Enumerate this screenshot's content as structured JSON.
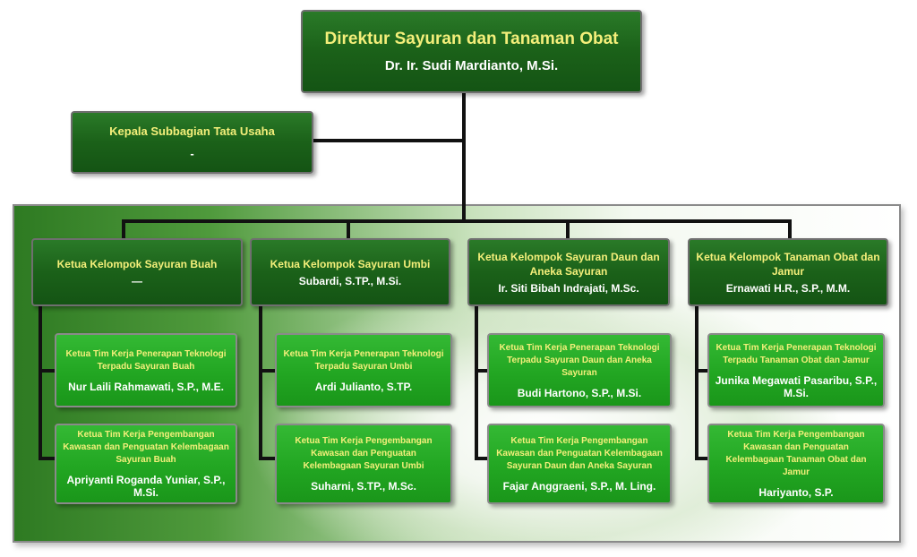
{
  "director": {
    "title": "Direktur Sayuran dan Tanaman Obat",
    "name": "Dr. Ir. Sudi Mardianto, M.Si."
  },
  "subbagian": {
    "title": "Kepala Subbagian Tata Usaha",
    "name": "-"
  },
  "groups": [
    {
      "title": "Ketua Kelompok Sayuran Buah",
      "name": "—",
      "teams": [
        {
          "title": "Ketua Tim Kerja Penerapan Teknologi Terpadu Sayuran Buah",
          "name": "Nur Laili Rahmawati, S.P., M.E."
        },
        {
          "title": "Ketua Tim Kerja Pengembangan Kawasan dan Penguatan Kelembagaan Sayuran Buah",
          "name": "Apriyanti Roganda Yuniar, S.P., M.Si."
        }
      ]
    },
    {
      "title": "Ketua Kelompok Sayuran Umbi",
      "name": "Subardi, S.TP., M.Si.",
      "teams": [
        {
          "title": "Ketua Tim Kerja Penerapan Teknologi Terpadu Sayuran Umbi",
          "name": "Ardi Julianto, S.TP."
        },
        {
          "title": "Ketua Tim Kerja Pengembangan Kawasan dan Penguatan Kelembagaan Sayuran Umbi",
          "name": "Suharni, S.TP., M.Sc."
        }
      ]
    },
    {
      "title": "Ketua Kelompok Sayuran Daun dan Aneka Sayuran",
      "name": "Ir. Siti Bibah Indrajati, M.Sc.",
      "teams": [
        {
          "title": "Ketua Tim Kerja Penerapan Teknologi Terpadu Sayuran Daun dan Aneka Sayuran",
          "name": "Budi Hartono, S.P., M.Si."
        },
        {
          "title": "Ketua Tim Kerja Pengembangan Kawasan dan Penguatan Kelembagaan Sayuran Daun dan Aneka Sayuran",
          "name": "Fajar Anggraeni, S.P., M. Ling."
        }
      ]
    },
    {
      "title": "Ketua Kelompok Tanaman Obat dan Jamur",
      "name": "Ernawati H.R., S.P., M.M.",
      "teams": [
        {
          "title": "Ketua Tim Kerja Penerapan Teknologi Terpadu Tanaman Obat dan Jamur",
          "name": "Junika Megawati Pasaribu, S.P., M.Si."
        },
        {
          "title": "Ketua Tim Kerja Pengembangan Kawasan dan Penguatan Kelembagaan Tanaman Obat dan Jamur",
          "name": "Hariyanto, S.P."
        }
      ]
    }
  ]
}
